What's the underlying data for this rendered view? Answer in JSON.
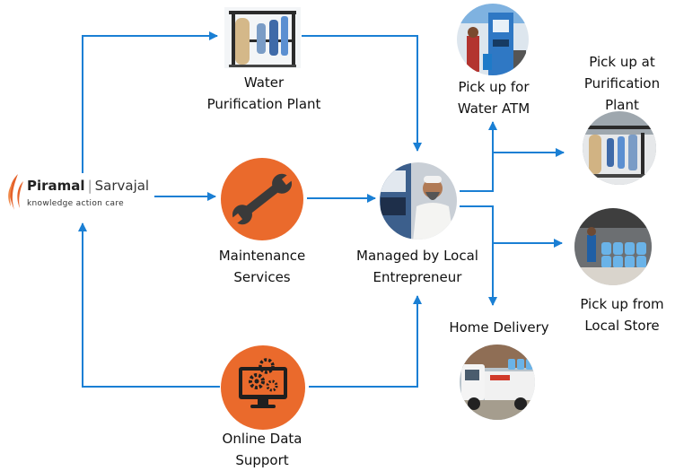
{
  "logo": {
    "brand": "Piramal",
    "product": "Sarvajal",
    "tagline": "knowledge action care"
  },
  "nodes": {
    "plant": "Water\nPurification Plant",
    "maintenance": "Maintenance\nServices",
    "data_support": "Online Data\nSupport",
    "entrepreneur": "Managed by Local\nEntrepreneur",
    "atm": "Pick up for\nWater ATM",
    "pickup_plant": "Pick up at\nPurification\nPlant",
    "local_store": "Pick up from\nLocal Store",
    "home_delivery": "Home Delivery"
  },
  "colors": {
    "arrow": "#1a7fd4",
    "accent": "#ea6a2c",
    "logo_flame": "#e5622a"
  },
  "icons": {
    "maintenance": "wrench-icon",
    "data_support": "monitor-gear-icon"
  }
}
